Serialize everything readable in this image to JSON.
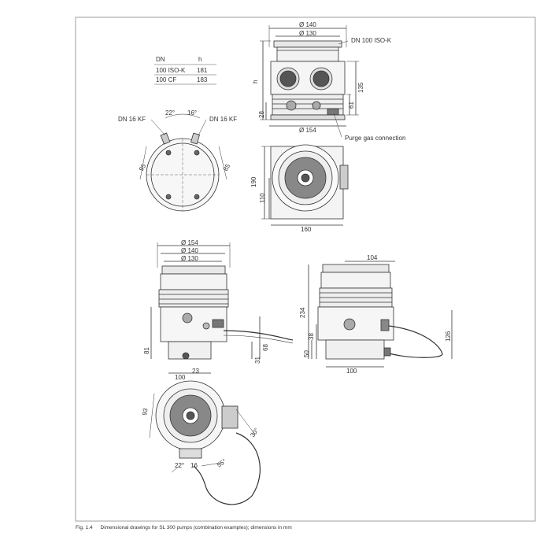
{
  "table": {
    "header": {
      "dn": "DN",
      "h": "h"
    },
    "rows": [
      {
        "dn": "100 ISO-K",
        "h": "181"
      },
      {
        "dn": "100 CF",
        "h": "183"
      }
    ]
  },
  "top_right_view": {
    "d140": "Ø 140",
    "d130": "Ø 130",
    "flange": "DN 100 ISO-K",
    "h": "h",
    "d135": "135",
    "d61": "61",
    "d28": "28",
    "d154": "Ø 154",
    "purge": "Purge gas connection"
  },
  "top_left_view": {
    "kf_left": "DN 16 KF",
    "kf_right": "DN 16 KF",
    "a22": "22°",
    "a16": "16°",
    "d95": "95",
    "d85": "85"
  },
  "top_view_right": {
    "d190": "190",
    "d110": "110",
    "d160": "160"
  },
  "middle_left_view": {
    "d154": "Ø 154",
    "d140": "Ø 140",
    "d130": "Ø 130",
    "d81": "81",
    "d68": "68",
    "d31": "31",
    "d100": "100",
    "d23": "23"
  },
  "middle_right_view": {
    "d104": "104",
    "d234": "234",
    "d38": "38",
    "d50": "50",
    "d126": "126",
    "d100": "100"
  },
  "bottom_view": {
    "d93": "93",
    "d30deg": "30°",
    "d55deg": "55°",
    "d22deg": "22°",
    "d16": "16"
  },
  "caption": {
    "label": "Fig. 1.4",
    "text": "Dimensional drawings for SL 300 pumps (combination examples); dimensions in mm"
  }
}
